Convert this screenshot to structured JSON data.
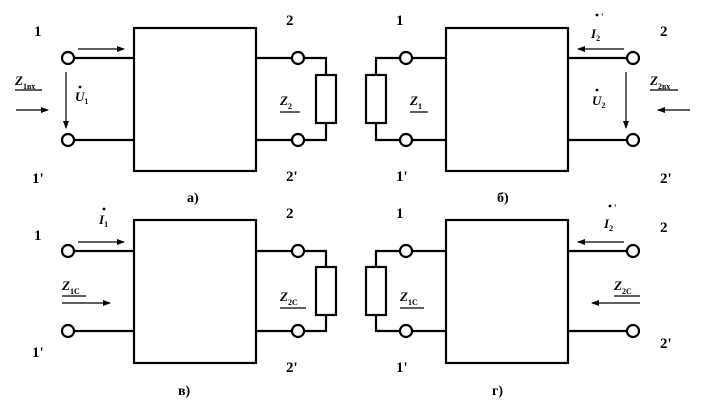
{
  "colors": {
    "ink": "#000000",
    "background": "#ffffff"
  },
  "panels": {
    "a": {
      "caption": "а)",
      "port_in_top": "1",
      "port_in_bottom": "1'",
      "port_out_top": "2",
      "port_out_bottom": "2'",
      "z_in_label": "Z",
      "z_in_sub": "1вх",
      "u_label": "U",
      "u_sub": "1",
      "z_load_label": "Z",
      "z_load_sub": "2"
    },
    "b": {
      "caption": "б)",
      "port_in_top": "1",
      "port_in_bottom": "1'",
      "port_out_top": "2",
      "port_out_bottom": "2'",
      "z_load_label": "Z",
      "z_load_sub": "1",
      "i_label": "I",
      "i_sub": "2",
      "u_label": "U",
      "u_sub": "2",
      "z_in_label": "Z",
      "z_in_sub": "2вх"
    },
    "v": {
      "caption": "в)",
      "port_in_top": "1",
      "port_in_bottom": "1'",
      "port_out_top": "2",
      "port_out_bottom": "2'",
      "i_label": "I",
      "i_sub": "1",
      "z_in_label": "Z",
      "z_in_sub": "1С",
      "z_load_label": "Z",
      "z_load_sub": "2С"
    },
    "g": {
      "caption": "г)",
      "port_in_top": "1",
      "port_in_bottom": "1'",
      "port_out_top": "2",
      "port_out_bottom": "2'",
      "z_load_label": "Z",
      "z_load_sub": "1С",
      "i_label": "I",
      "i_sub": "2",
      "z_in_label": "Z",
      "z_in_sub": "2С"
    }
  }
}
